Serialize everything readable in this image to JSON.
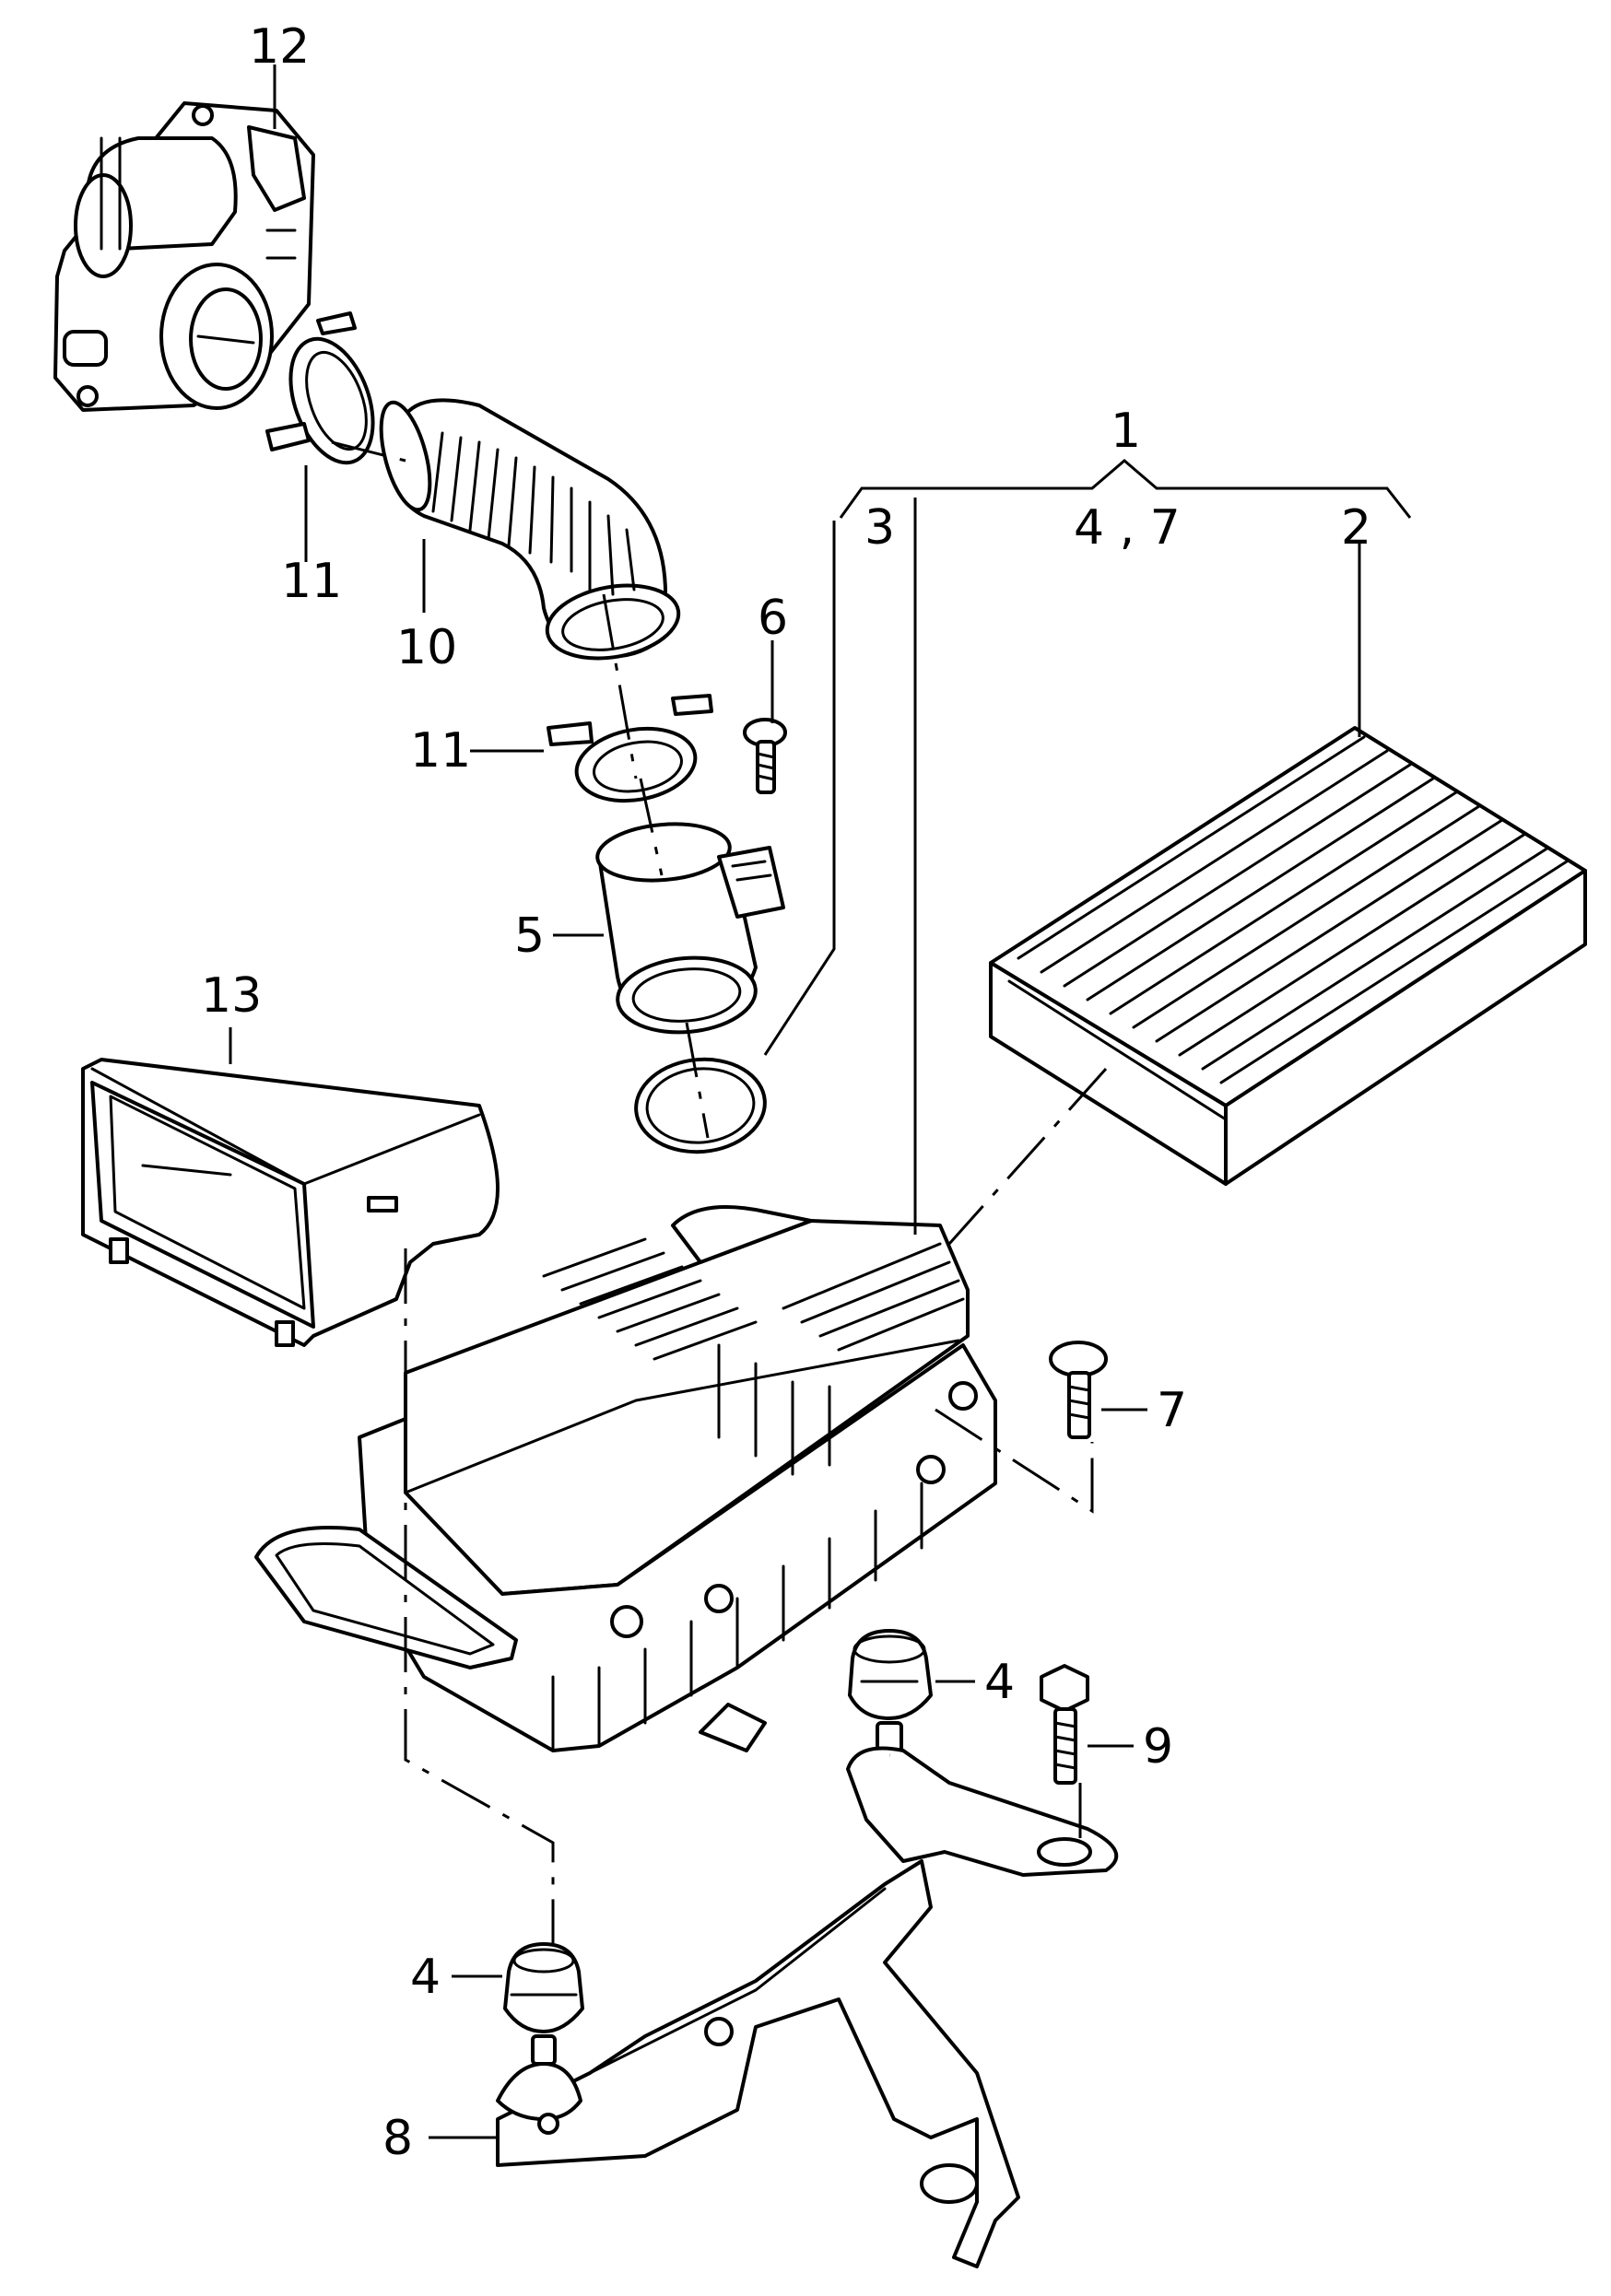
{
  "callouts": {
    "c1": "1",
    "c2": "2",
    "c3": "3",
    "c4_7": "4 , 7",
    "c4a": "4",
    "c4b": "4",
    "c5": "5",
    "c6": "6",
    "c7": "7",
    "c8": "8",
    "c9": "9",
    "c10": "10",
    "c11a": "11",
    "c11b": "11",
    "c12": "12",
    "c13": "13"
  },
  "colors": {
    "line": "#000000",
    "background": "#ffffff"
  }
}
